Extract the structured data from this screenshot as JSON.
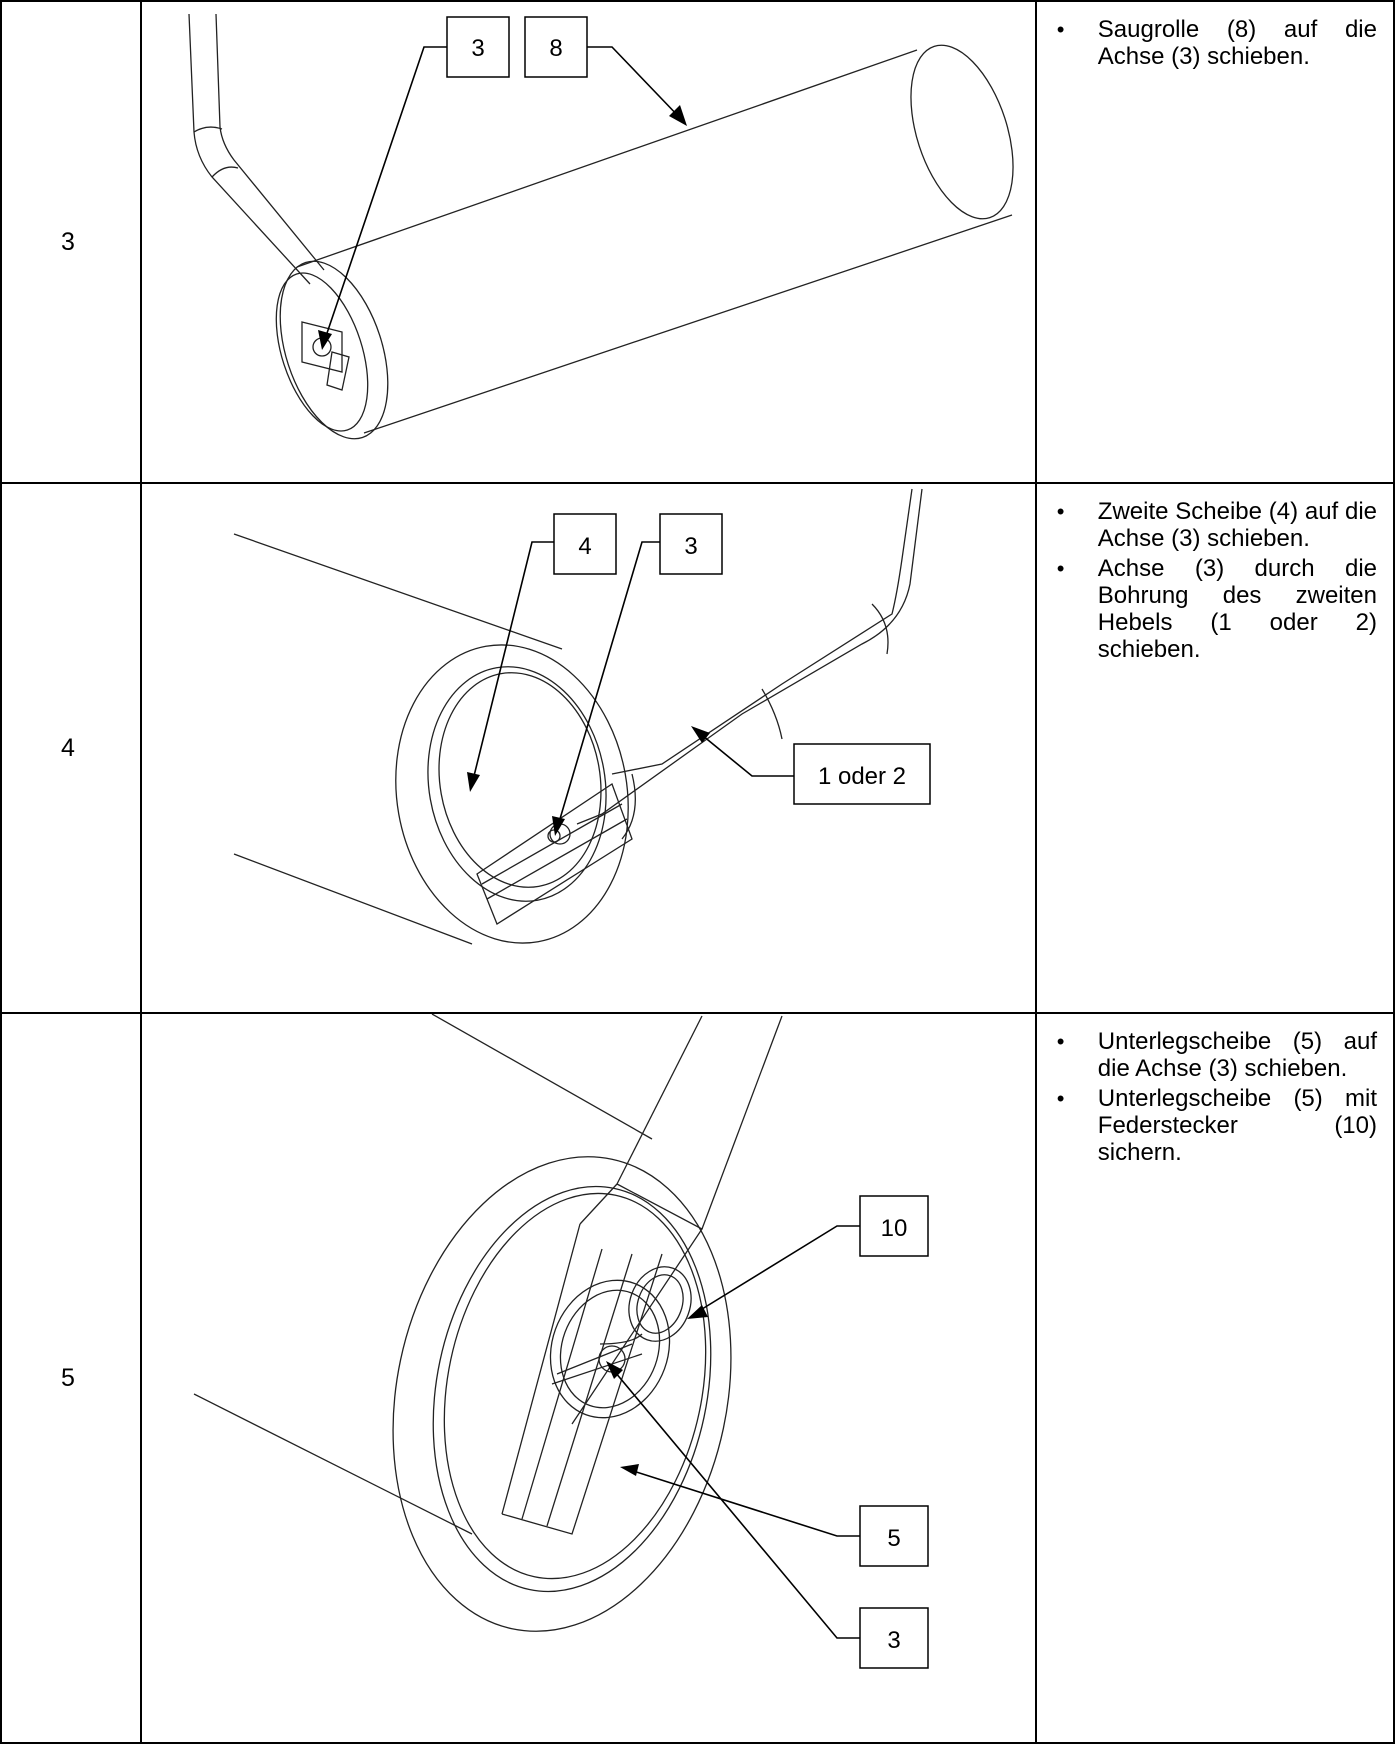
{
  "rows": [
    {
      "step": "3",
      "callouts": [
        "3",
        "8"
      ],
      "bullets": [
        "Saugrolle (8) auf die Achse (3) schieben."
      ]
    },
    {
      "step": "4",
      "callouts": [
        "4",
        "3",
        "1 oder 2"
      ],
      "bullets": [
        "Zweite Scheibe (4) auf die Achse (3) schieben.",
        "Achse (3) durch die Bohrung des zweiten Hebels (1 oder 2) schieben."
      ]
    },
    {
      "step": "5",
      "callouts": [
        "10",
        "5",
        "3"
      ],
      "bullets": [
        "Unterlegscheibe (5) auf die Achse (3) schieben.",
        "Unterlegscheibe (5) mit Federstecker (10) sichern."
      ]
    }
  ]
}
